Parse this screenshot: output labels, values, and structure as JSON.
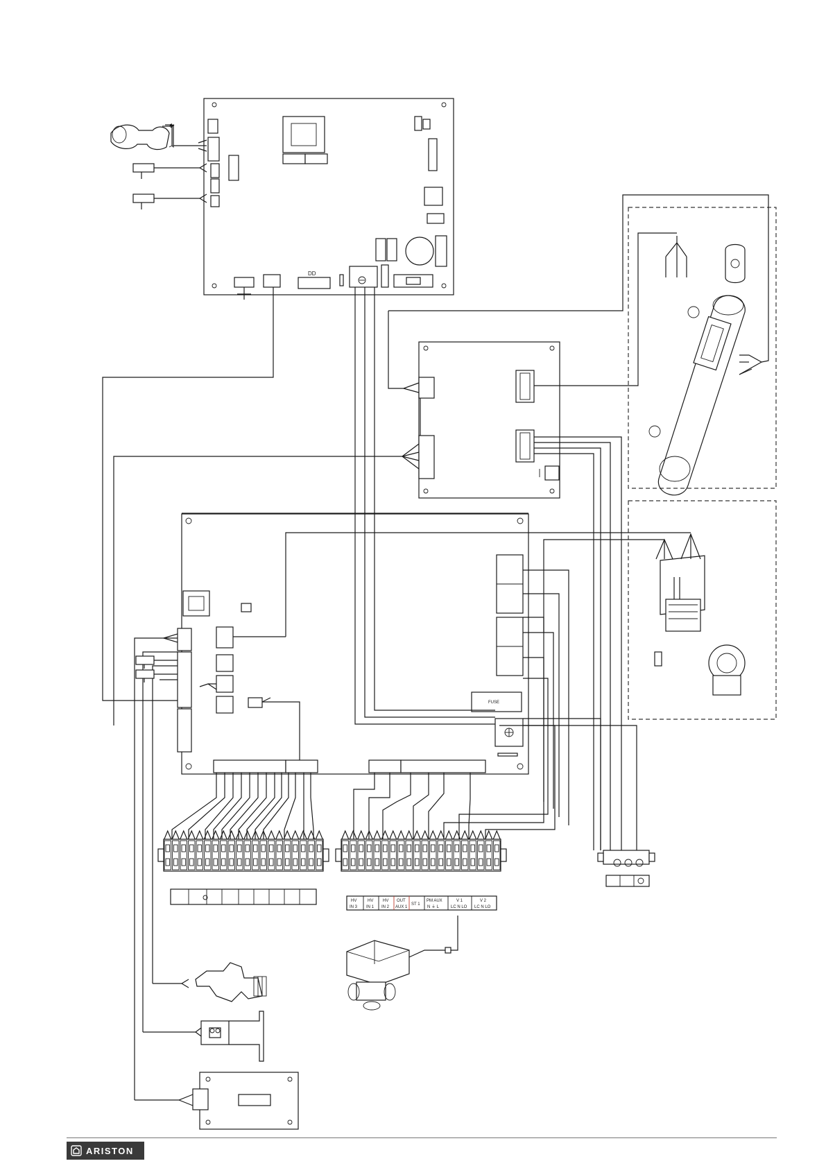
{
  "brand": {
    "name": "ARISTON",
    "icon": "house-logo-icon"
  },
  "main_board": {
    "connector_label": "DD"
  },
  "relay_board": {
    "fuse_label": "FUSE"
  },
  "terminal_block": {
    "labels": [
      {
        "id": "hv-in3",
        "line1": "HV",
        "line2": "IN 3"
      },
      {
        "id": "hv-in1",
        "line1": "HV",
        "line2": "IN 1"
      },
      {
        "id": "hv-in2",
        "line1": "HV",
        "line2": "IN 2"
      },
      {
        "id": "out-aux1",
        "line1": "OUT",
        "line2": "AUX 1"
      },
      {
        "id": "st1",
        "line1": "ST 1",
        "line2": ""
      },
      {
        "id": "pm-aux",
        "line1": "PM AUX",
        "line2": "N ⏚ L"
      },
      {
        "id": "v1",
        "line1": "V 1",
        "line2": "LC N LO"
      },
      {
        "id": "v2",
        "line1": "V 2",
        "line2": "LC N LO"
      }
    ]
  }
}
